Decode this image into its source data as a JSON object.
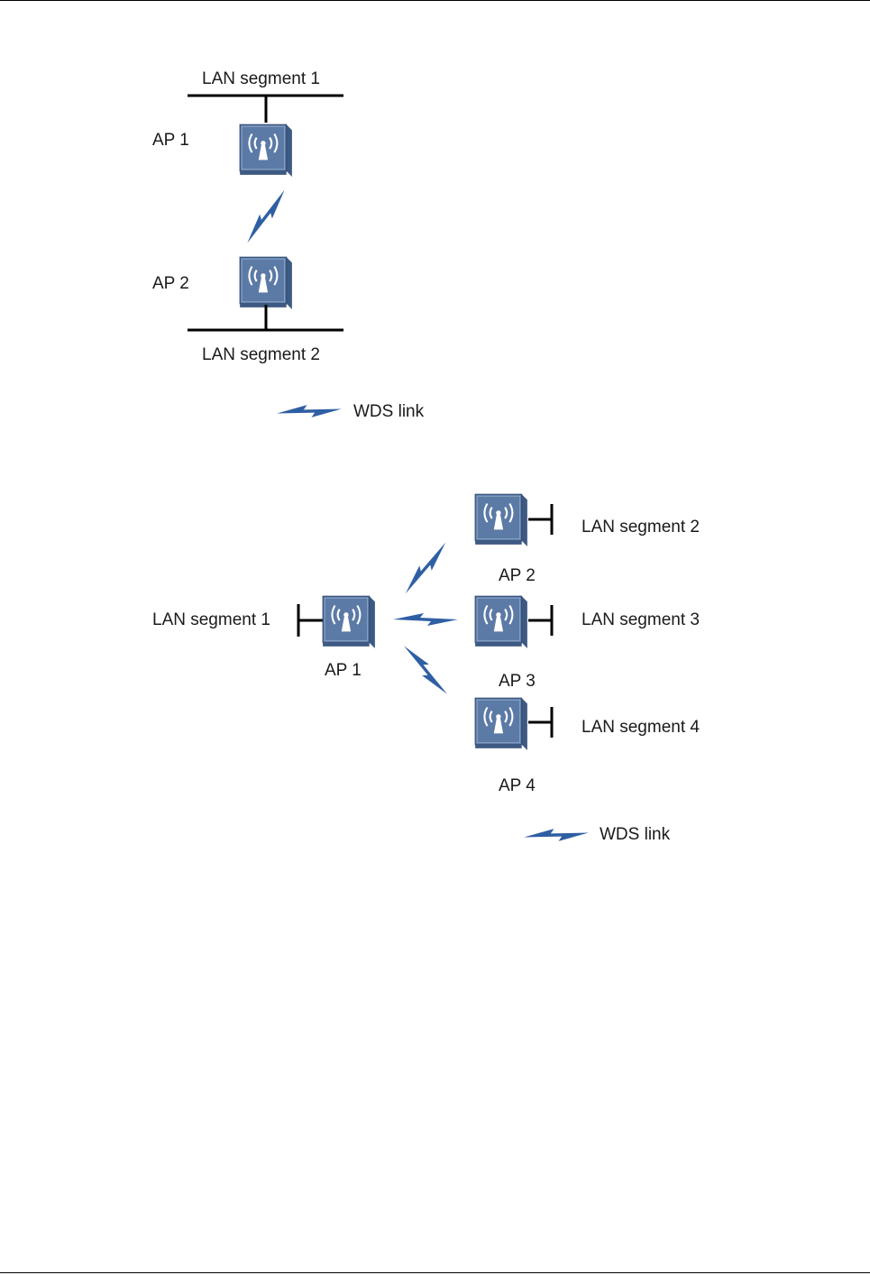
{
  "diagram_top": {
    "lan_segment_1": "LAN segment 1",
    "ap1": "AP 1",
    "ap2": "AP 2",
    "lan_segment_2": "LAN segment 2",
    "legend_label": "WDS link"
  },
  "diagram_bottom": {
    "lan_segment_1": "LAN segment 1",
    "ap1": "AP 1",
    "lan_segment_2": "LAN segment 2",
    "ap2": "AP 2",
    "lan_segment_3": "LAN segment 3",
    "ap3": "AP 3",
    "lan_segment_4": "LAN segment 4",
    "ap4": "AP 4",
    "legend_label": "WDS link"
  },
  "icons": {
    "access_point": "wireless-access-point-icon",
    "wds_link": "lightning-link-icon"
  },
  "colors": {
    "ap_face": "#5b7aa6",
    "ap_side": "#3e5a82",
    "wds_link": "#2f5fa3"
  }
}
